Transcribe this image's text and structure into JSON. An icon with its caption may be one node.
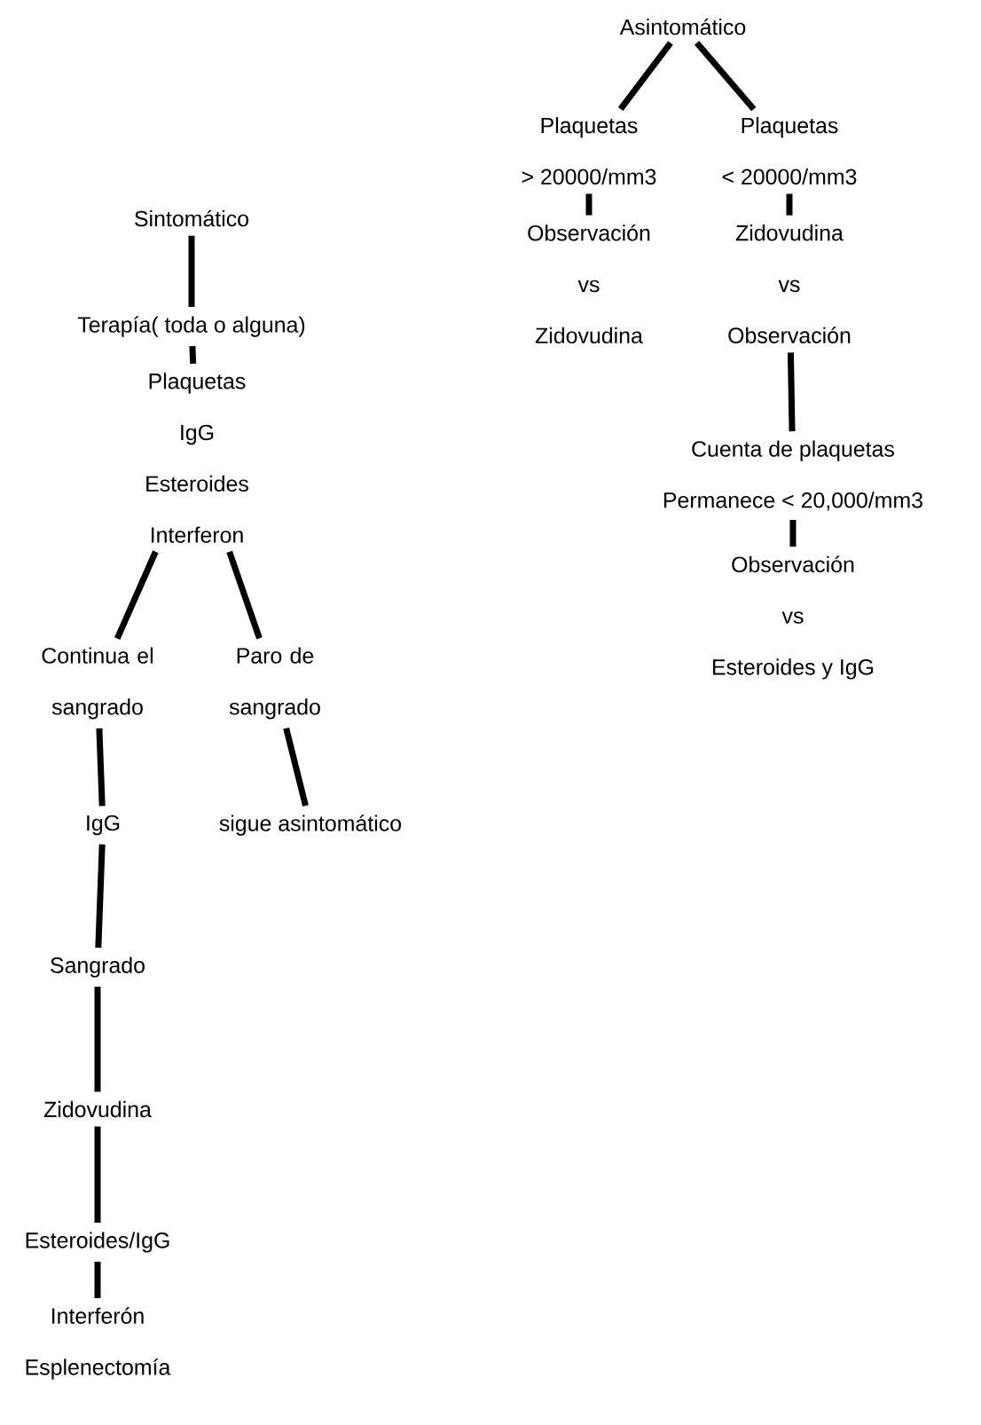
{
  "diagram": {
    "nodes": [
      {
        "text": [
          "Asintomático"
        ]
      },
      {
        "text": [
          "Plaquetas",
          "> 20000/mm3"
        ]
      },
      {
        "text": [
          "Plaquetas",
          "< 20000/mm3"
        ]
      },
      {
        "text": [
          "Observación",
          "vs",
          "Zidovudina"
        ]
      },
      {
        "text": [
          "Zidovudina",
          "vs",
          "Observación"
        ]
      },
      {
        "text": [
          "Cuenta de plaquetas",
          "Permanece < 20,000/mm3"
        ]
      },
      {
        "text": [
          "Observación",
          "vs",
          "Esteroides y IgG"
        ]
      },
      {
        "text": [
          "Sintomático"
        ]
      },
      {
        "text": [
          "Terapía( toda o alguna)"
        ]
      },
      {
        "text": [
          "Plaquetas",
          "IgG",
          "Esteroides",
          "Interferon"
        ]
      },
      {
        "text": [
          "Continua el sangrado"
        ]
      },
      {
        "text": [
          "Paro de sangrado"
        ]
      },
      {
        "text": [
          "IgG"
        ]
      },
      {
        "text": [
          "sigue asintomático"
        ]
      },
      {
        "text": [
          "Sangrado"
        ]
      },
      {
        "text": [
          "Zidovudina"
        ]
      },
      {
        "text": [
          "Esteroides/IgG"
        ]
      },
      {
        "text": [
          "Interferón Esplenectomía"
        ]
      }
    ],
    "edges": [
      {
        "from": 0,
        "to": 1,
        "arrow": "none"
      },
      {
        "from": 0,
        "to": 2,
        "arrow": "none"
      },
      {
        "from": 1,
        "to": 3,
        "arrow": "none"
      },
      {
        "from": 2,
        "to": 4,
        "arrow": "none"
      },
      {
        "from": 4,
        "to": 5,
        "arrow": "none"
      },
      {
        "from": 5,
        "to": 6,
        "arrow": "none"
      },
      {
        "from": 7,
        "to": 8,
        "arrow": "none"
      },
      {
        "from": 8,
        "to": 9,
        "arrow": "none"
      },
      {
        "from": 9,
        "to": 10,
        "arrow": "none"
      },
      {
        "from": 9,
        "to": 11,
        "arrow": "none"
      },
      {
        "from": 10,
        "to": 12,
        "arrow": "none"
      },
      {
        "from": 11,
        "to": 13,
        "arrow": "none"
      },
      {
        "from": 12,
        "to": 14,
        "arrow": "none"
      },
      {
        "from": 14,
        "to": 15,
        "arrow": "none"
      },
      {
        "from": 15,
        "to": 16,
        "arrow": "none"
      },
      {
        "from": 16,
        "to": 17,
        "arrow": "none"
      }
    ]
  }
}
